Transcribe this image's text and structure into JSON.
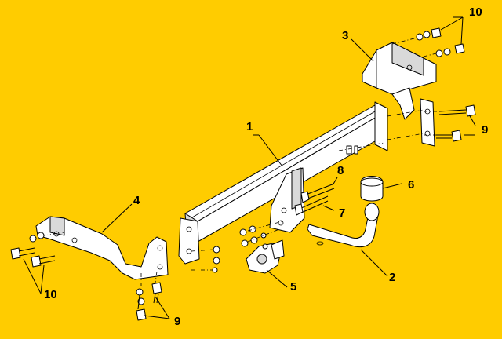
{
  "diagram": {
    "background": "#FFCC00",
    "labels": [
      {
        "id": "label-1",
        "text": "1"
      },
      {
        "id": "label-2",
        "text": "2"
      },
      {
        "id": "label-3",
        "text": "3"
      },
      {
        "id": "label-4",
        "text": "4"
      },
      {
        "id": "label-5",
        "text": "5"
      },
      {
        "id": "label-6",
        "text": "6"
      },
      {
        "id": "label-7",
        "text": "7"
      },
      {
        "id": "label-8",
        "text": "8"
      },
      {
        "id": "label-9-right",
        "text": "9"
      },
      {
        "id": "label-9-bottom",
        "text": "9"
      },
      {
        "id": "label-10-top",
        "text": "10"
      },
      {
        "id": "label-10-left",
        "text": "10"
      }
    ]
  }
}
